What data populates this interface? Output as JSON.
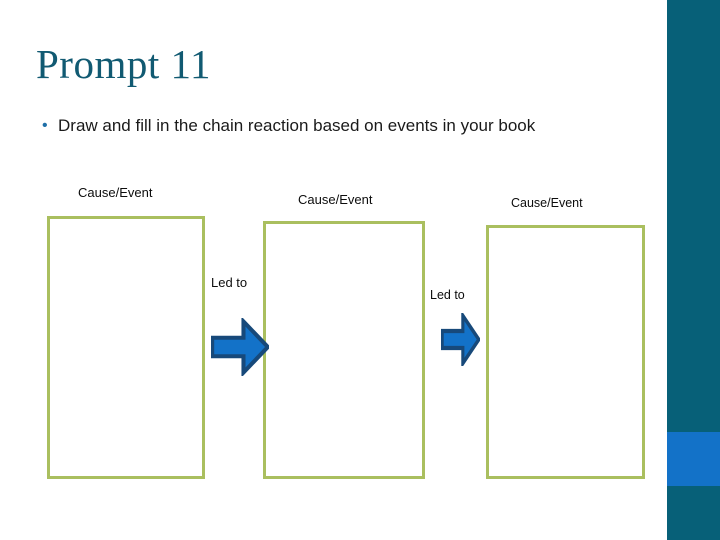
{
  "slide": {
    "title": "Prompt 11",
    "bullet_marker": "•",
    "bullet_text": "Draw and fill in the chain reaction based on events in your book"
  },
  "chain": {
    "boxes": [
      {
        "label": "Cause/Event",
        "content": ""
      },
      {
        "label": "Cause/Event",
        "content": ""
      },
      {
        "label": "Cause/Event",
        "content": ""
      }
    ],
    "connectors": [
      {
        "caption": "Led to",
        "icon": "right-block-arrow-icon"
      },
      {
        "caption": "Led to",
        "icon": "right-block-arrow-icon"
      }
    ]
  },
  "theme": {
    "title_color": "#115a72",
    "box_border_color": "#aabf5f",
    "arrow_fill_color": "#1372c8",
    "arrow_outline_color": "#17497a",
    "edge_bar_color": "#076078",
    "edge_accent_color": "#1372c8",
    "bullet_color": "#1f6fa8",
    "background_color": "#ffffff"
  }
}
